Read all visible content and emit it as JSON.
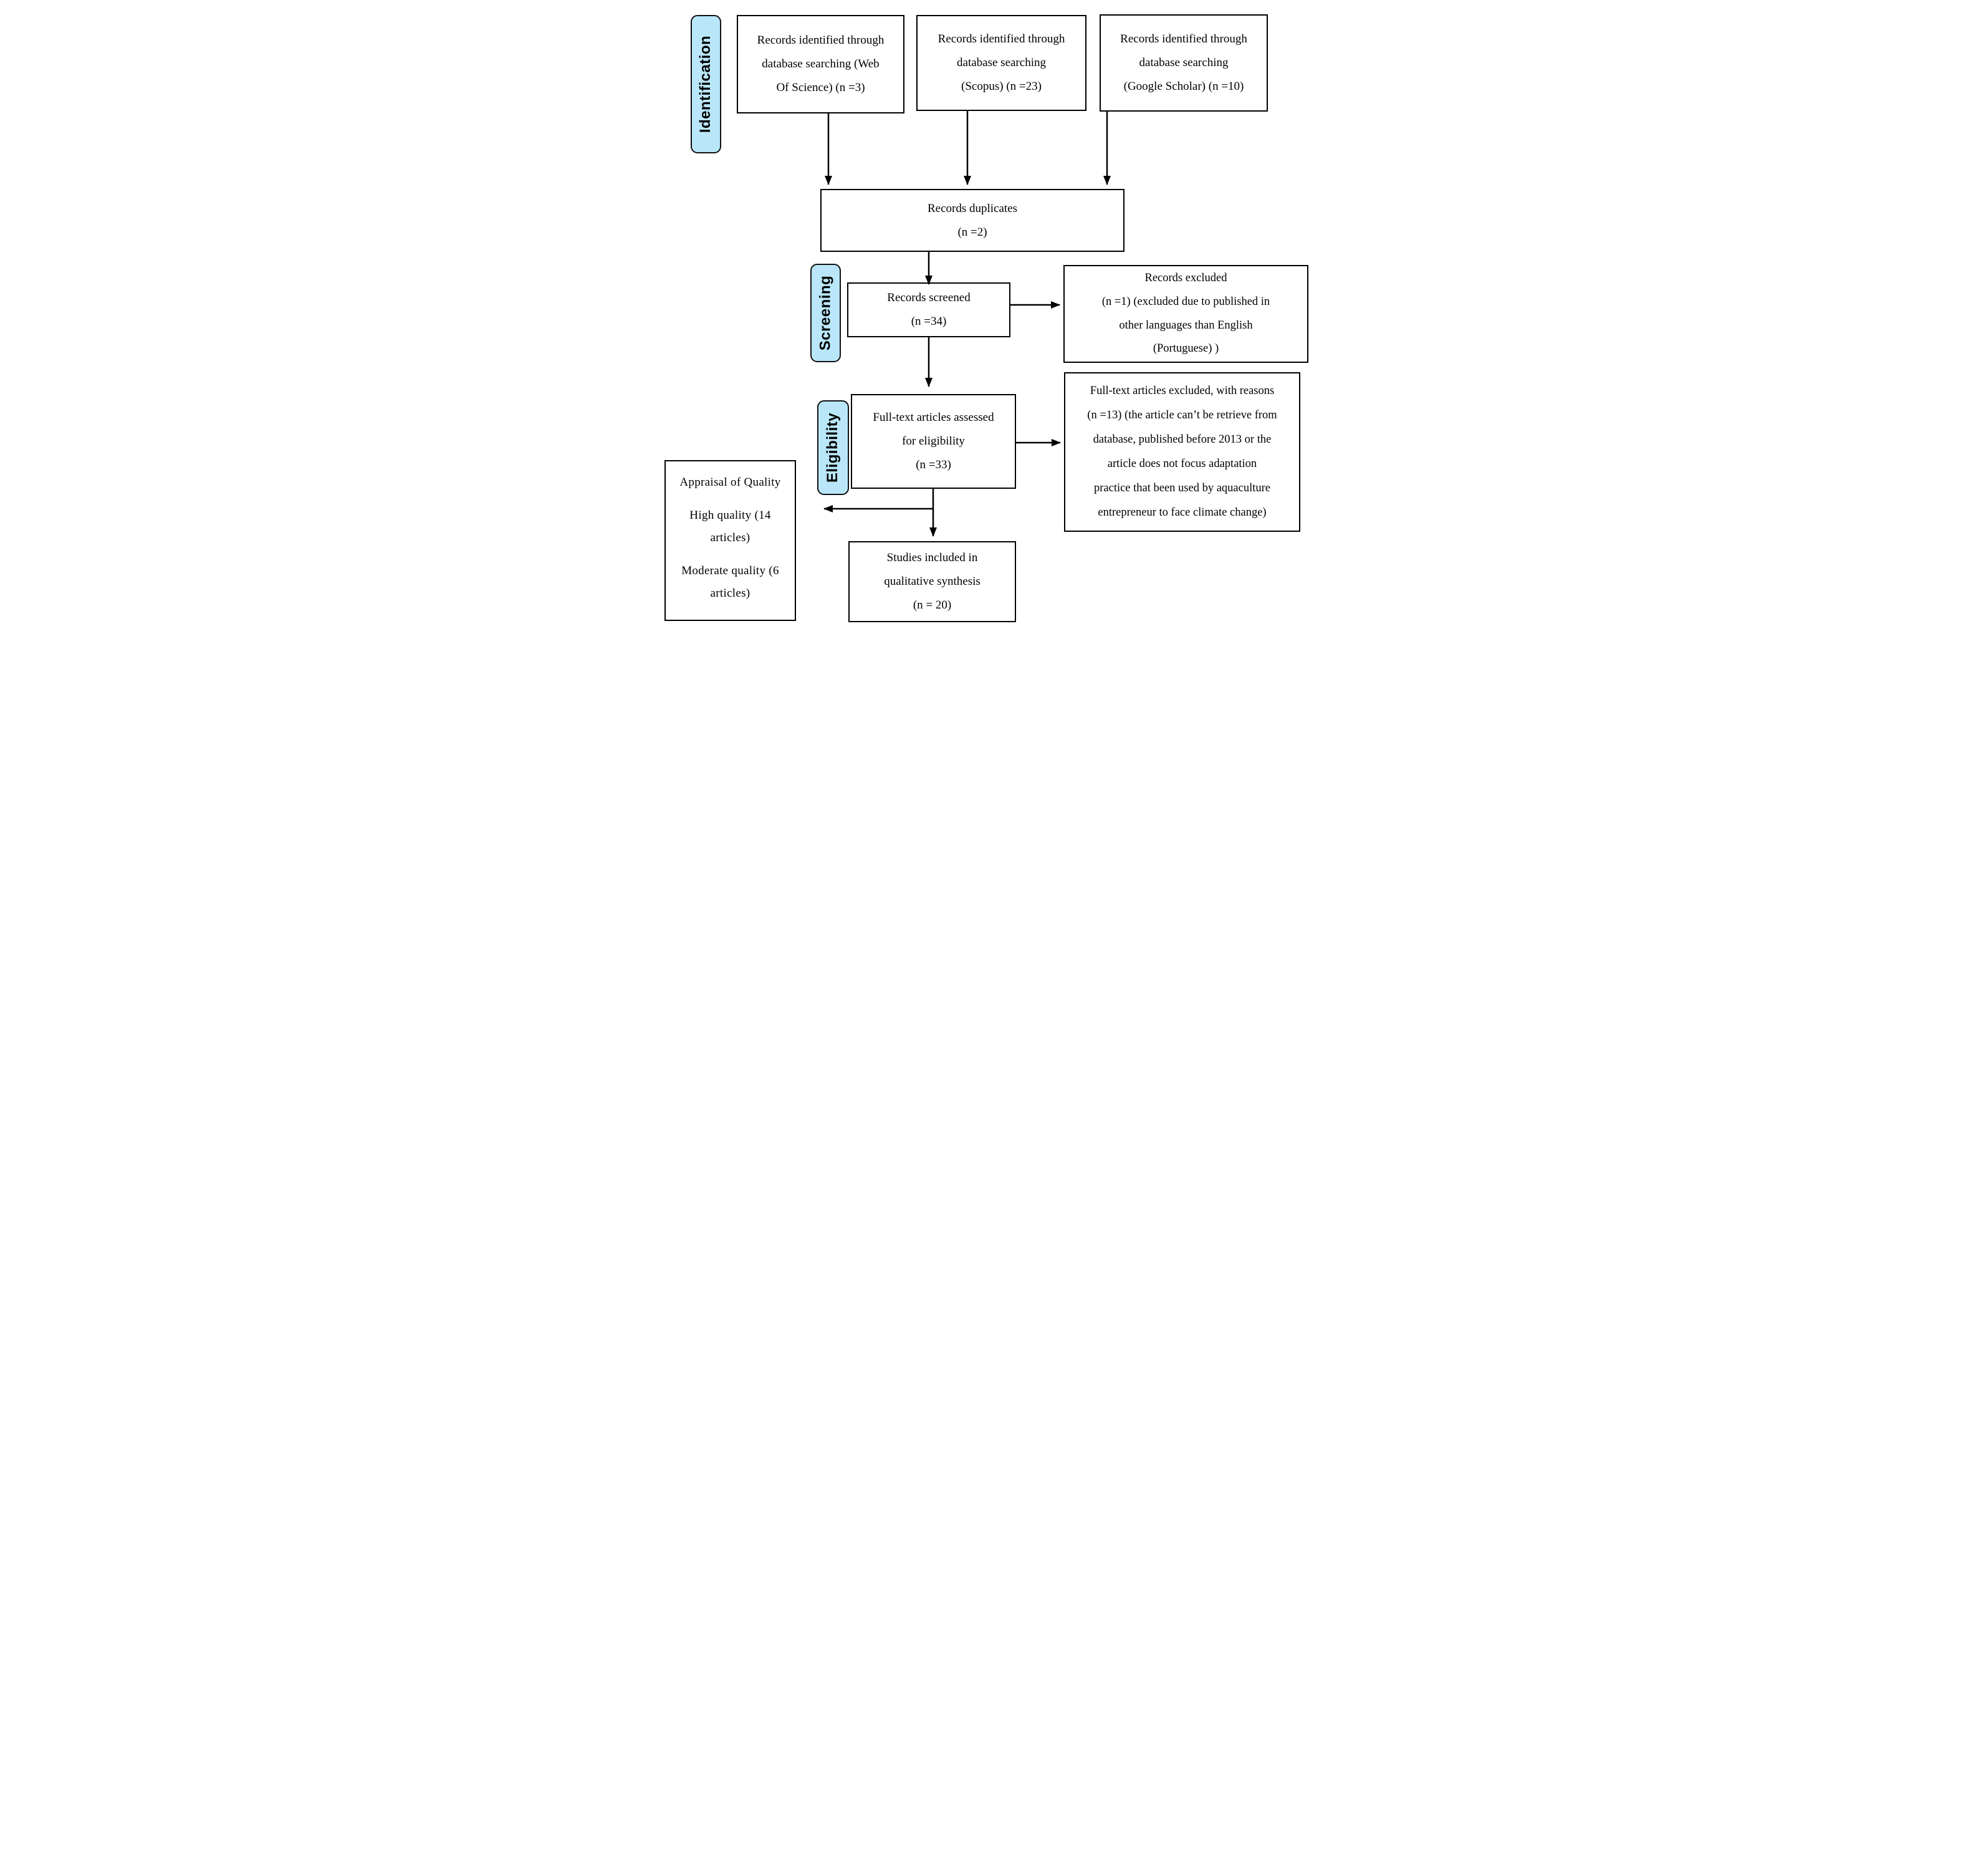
{
  "stages": {
    "identification": {
      "label": "Identification"
    },
    "screening": {
      "label": "Screening"
    },
    "eligibility": {
      "label": "Eligibility"
    }
  },
  "boxes": {
    "wos": {
      "lines": [
        "Records identified through",
        "database searching (Web",
        "Of Science) (n =3)"
      ]
    },
    "scopus": {
      "lines": [
        "Records identified through",
        "database searching",
        "(Scopus) (n =23)"
      ]
    },
    "gscholar": {
      "lines": [
        "Records identified through",
        "database searching",
        "(Google Scholar) (n =10)"
      ]
    },
    "duplicates": {
      "lines": [
        "Records duplicates",
        "(n =2)"
      ]
    },
    "screened": {
      "lines": [
        "Records screened",
        "(n =34)"
      ]
    },
    "records_excluded": {
      "lines": [
        "Records excluded",
        "(n =1) (excluded due to published in",
        "other languages than English",
        "(Portuguese) )"
      ]
    },
    "fulltext": {
      "lines": [
        "Full-text articles assessed",
        "for eligibility",
        "(n =33)"
      ]
    },
    "fulltext_excluded": {
      "lines": [
        "Full-text articles excluded, with reasons",
        "(n =13) (the article can’t be retrieve from",
        "database, published before 2013 or the",
        "article does not focus adaptation",
        "practice that been used by aquaculture",
        "entrepreneur to face climate change)"
      ]
    },
    "appraisal": {
      "paragraphs": [
        [
          "Appraisal of Quality"
        ],
        [
          "High quality (14",
          "articles)"
        ],
        [
          "Moderate quality (6",
          "articles)"
        ]
      ]
    },
    "studies": {
      "lines": [
        "Studies included in",
        "qualitative synthesis",
        "(n = 20)"
      ]
    }
  },
  "colors": {
    "stage_fill": "#b9e7f9",
    "line": "#000000",
    "background": "#ffffff"
  }
}
